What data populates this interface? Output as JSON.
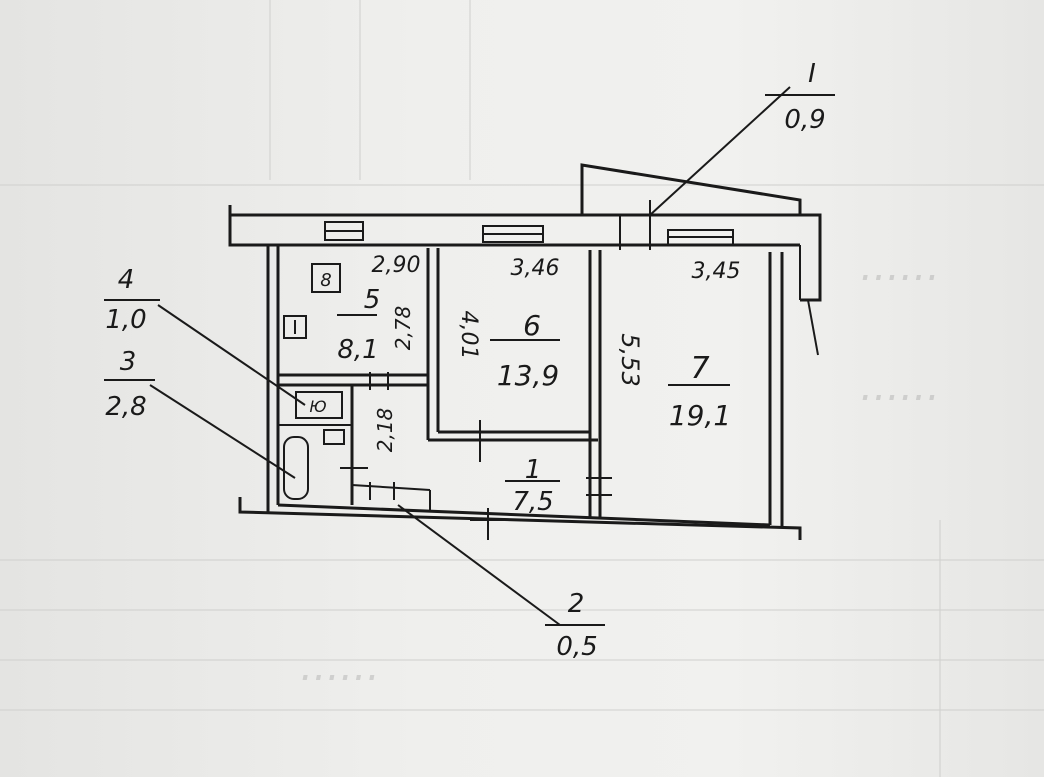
{
  "section": {
    "label": "I",
    "area": "0,9"
  },
  "rooms": [
    {
      "num": "1",
      "area": "7,5"
    },
    {
      "num": "2",
      "area": "0,5"
    },
    {
      "num": "3",
      "area": "2,8"
    },
    {
      "num": "4",
      "area": "1,0"
    },
    {
      "num": "5",
      "area": "8,1"
    },
    {
      "num": "6",
      "area": "13,9"
    },
    {
      "num": "7",
      "area": "19,1"
    }
  ],
  "dimensions": {
    "w5": "2,90",
    "w6": "3,46",
    "w7": "3,45",
    "h5": "2,78",
    "h6": "4,01",
    "h7": "5,53",
    "hc": "2,18"
  },
  "stove_symbol": "8",
  "wc_symbol": "Ю"
}
